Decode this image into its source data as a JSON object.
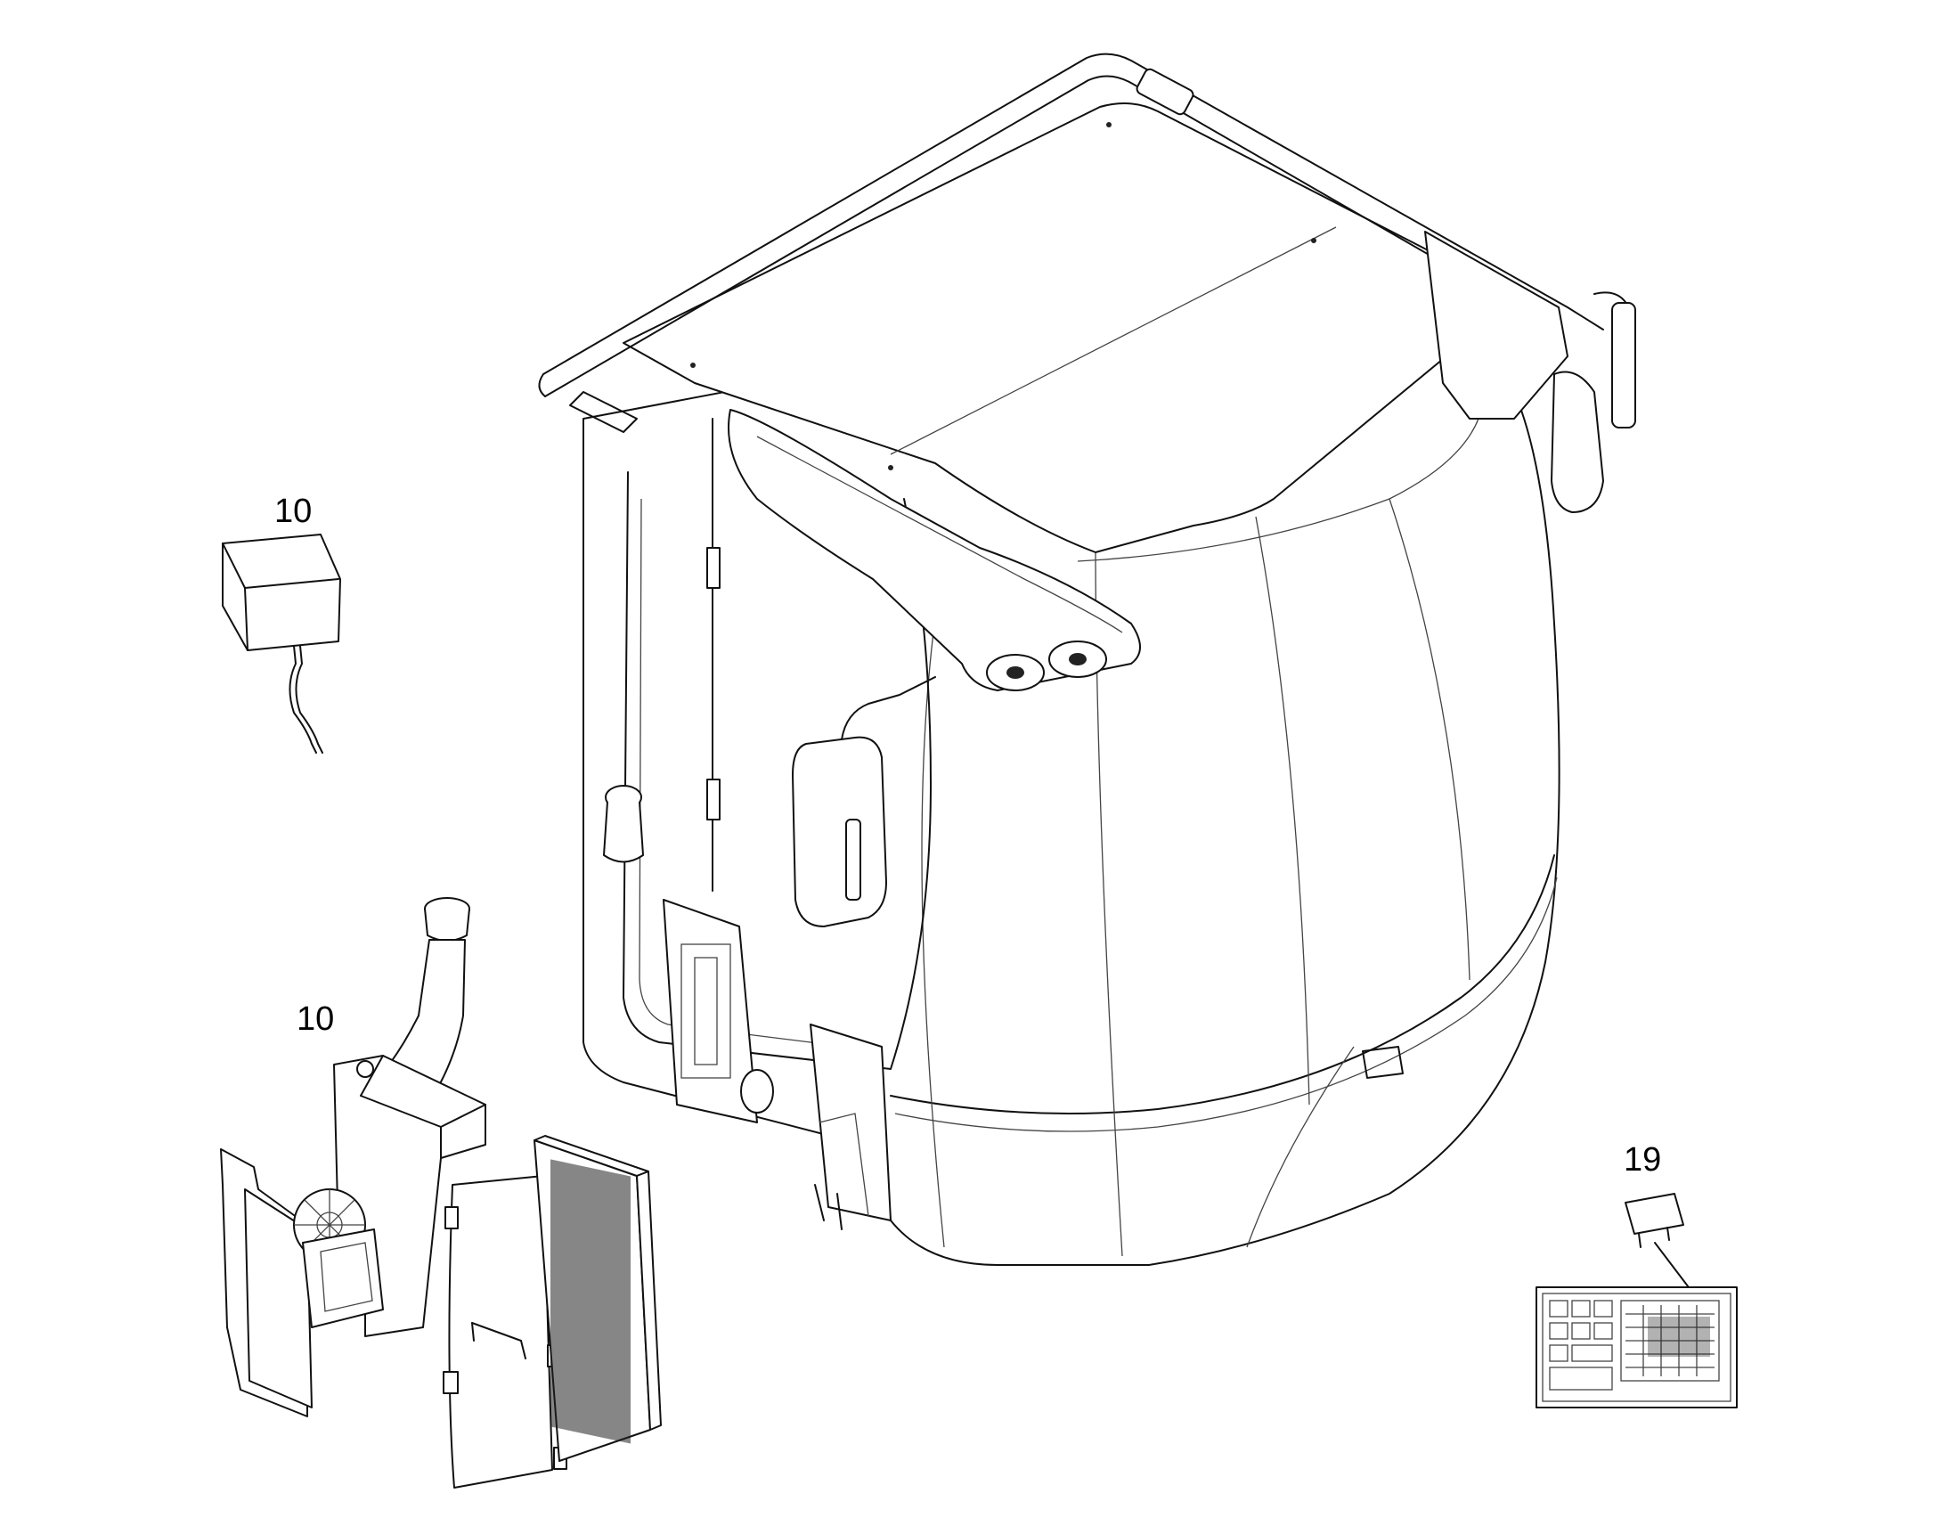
{
  "callouts": {
    "sensor_box": "10",
    "washer_tank": "10",
    "fuse": "19"
  },
  "colors": {
    "line": "#111111",
    "background": "#ffffff"
  }
}
